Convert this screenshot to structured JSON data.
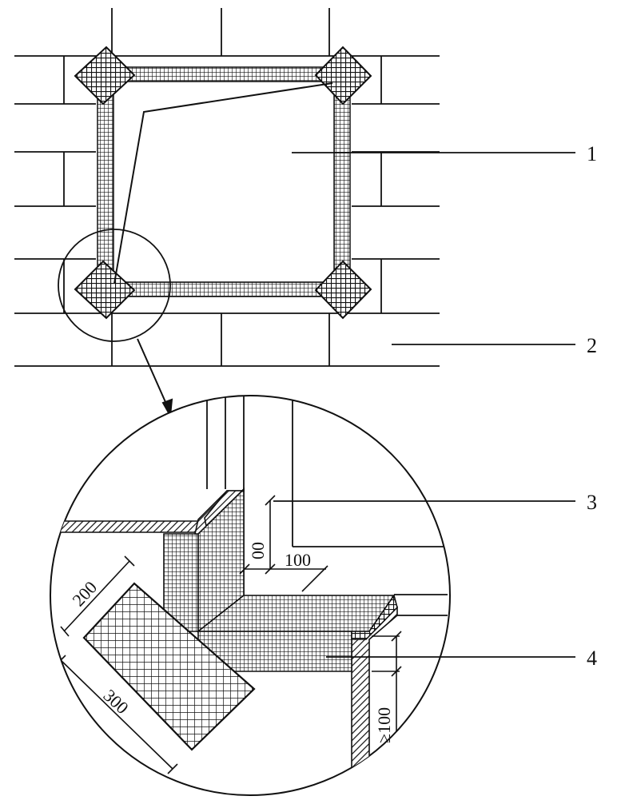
{
  "figure": {
    "callouts": [
      "1",
      "2",
      "3",
      "4"
    ],
    "dimensions": {
      "corner_height": "00",
      "corner_width": "100",
      "patch_width": "200",
      "patch_length": "300",
      "lap_height": "≥100"
    }
  },
  "colors": {
    "ink": "#111111",
    "background": "#ffffff"
  }
}
